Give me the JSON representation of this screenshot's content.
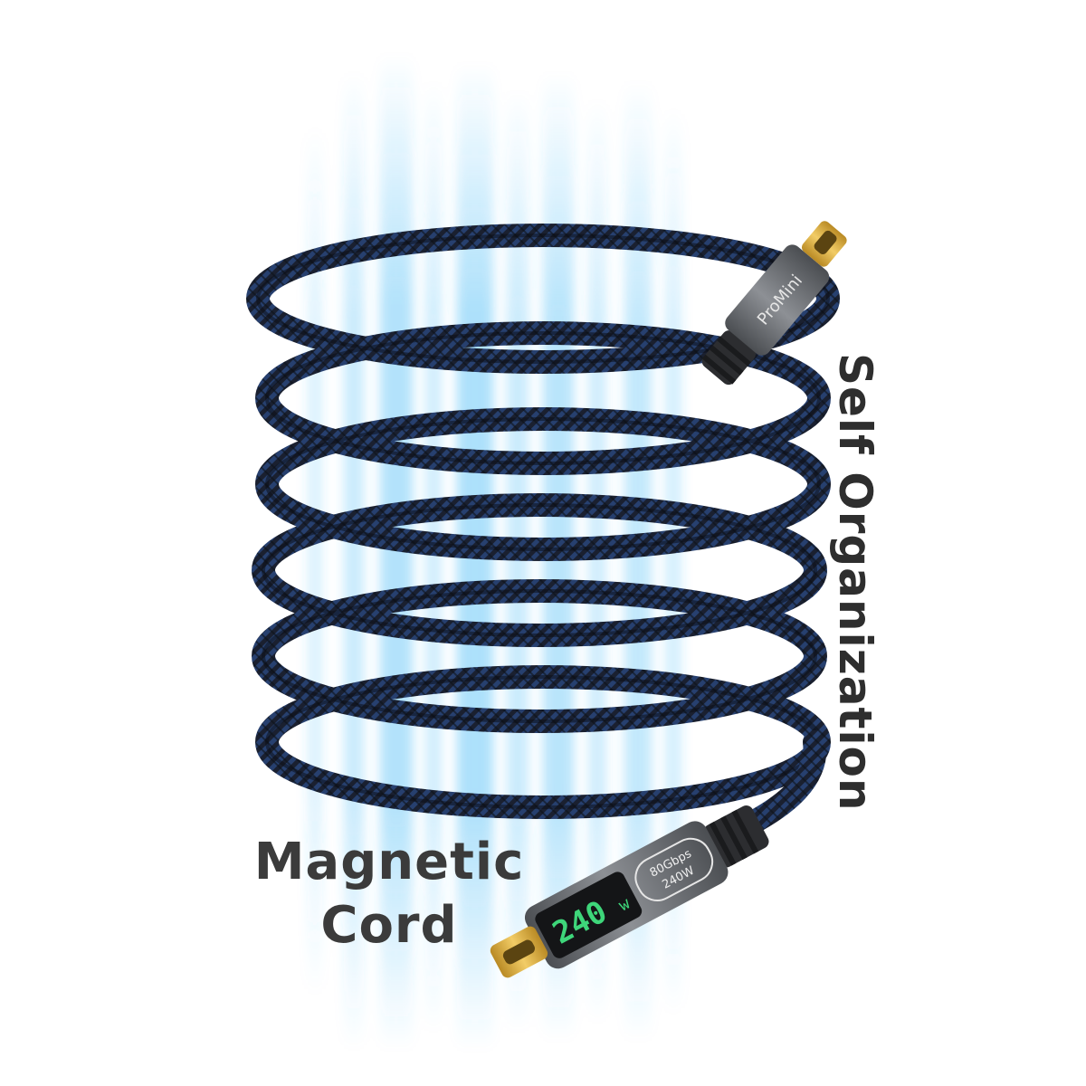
{
  "image": {
    "background_color": "#ffffff",
    "subject": "coiled braided USB-C cable with magnetic self-organizing coils",
    "colors": {
      "braid_dark": "#1c2230",
      "braid_blue": "#1f3a6b",
      "connector_gray": "#6b6e72",
      "connector_dark": "#2c2d30",
      "gold_plug": "#d9a93a",
      "led_green": "#3ed67a",
      "glow_blue": "#39b5f5"
    }
  },
  "text": {
    "magnetic_line1": "Magnetic",
    "magnetic_line2": "Cord",
    "self_organization": "Self Organization",
    "brand_on_connector": "ProMini",
    "display_reading": "240",
    "display_unit": "w",
    "spec_speed": "80Gbps",
    "spec_power": "240W"
  }
}
